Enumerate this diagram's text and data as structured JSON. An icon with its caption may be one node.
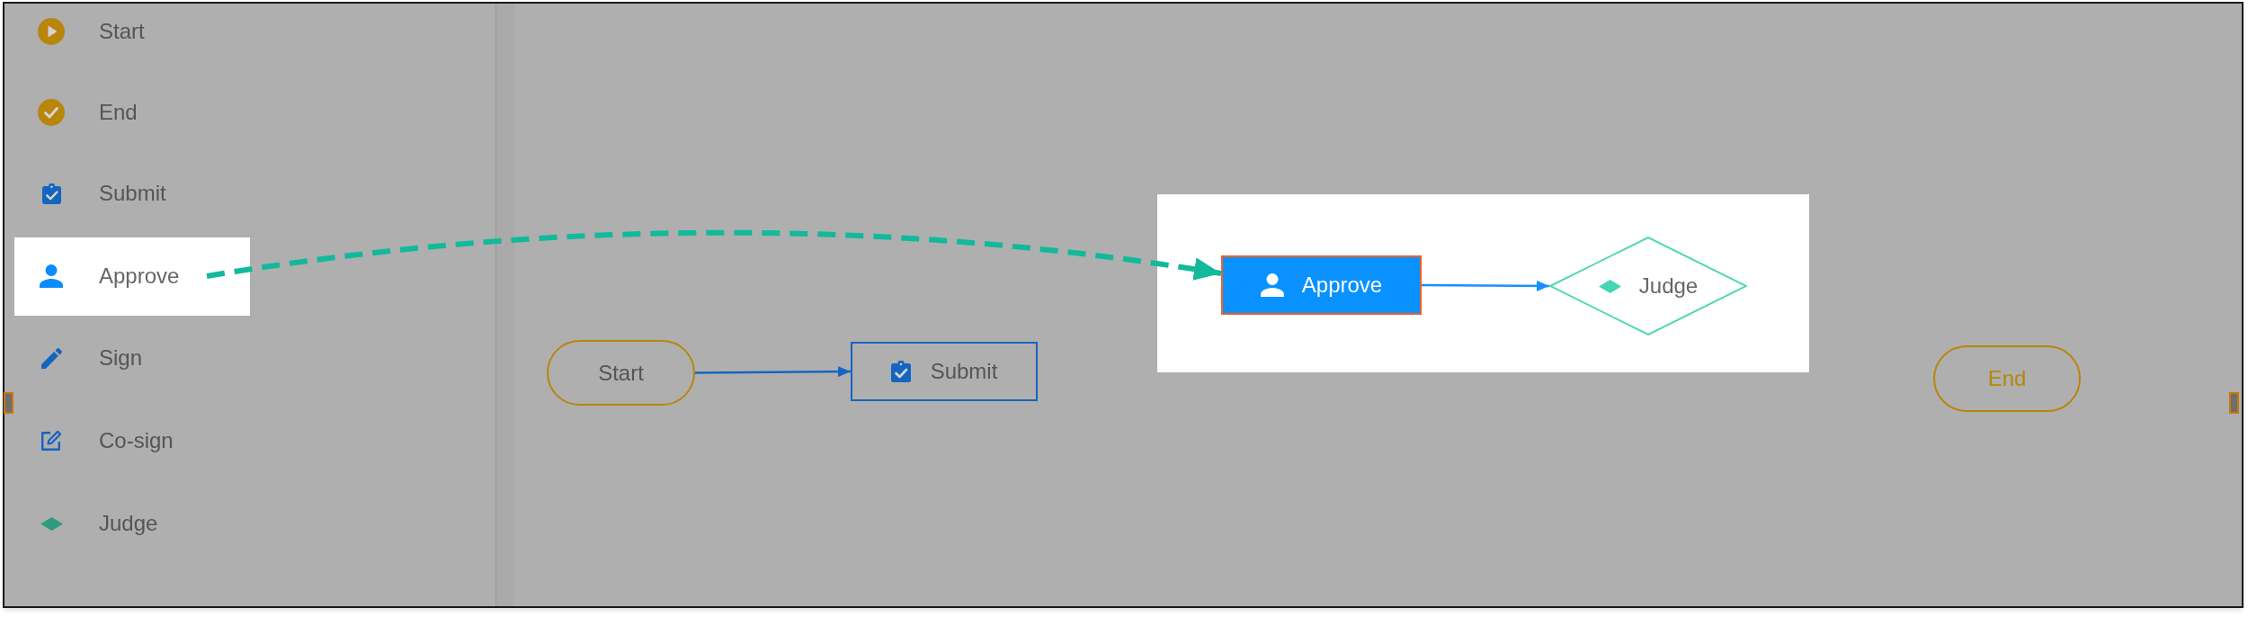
{
  "diagram": {
    "nodes": [
      {
        "text": [
          "Start"
        ]
      },
      {
        "text": [
          "End"
        ]
      },
      {
        "text": [
          "Submit"
        ]
      },
      {
        "text": [
          "Approve"
        ]
      },
      {
        "text": [
          "Sign"
        ]
      },
      {
        "text": [
          "Co-sign"
        ]
      },
      {
        "text": [
          "Judge"
        ]
      },
      {
        "text": [
          "Start"
        ]
      },
      {
        "text": [
          "Submit"
        ]
      },
      {
        "text": [],
        "shape": "box"
      },
      {
        "text": [
          "Approve"
        ],
        "in": 9
      },
      {
        "text": [
          "Judge"
        ],
        "in": 9
      },
      {
        "text": [
          "End"
        ]
      }
    ],
    "edges": [
      {
        "from": 3,
        "to": 10,
        "arrow": "to",
        "style": "dashed",
        "color": "#12b99b"
      },
      {
        "from": 7,
        "to": 8,
        "arrow": "to"
      },
      {
        "from": 10,
        "to": 11,
        "arrow": "to",
        "color": "#1890ff"
      }
    ]
  }
}
